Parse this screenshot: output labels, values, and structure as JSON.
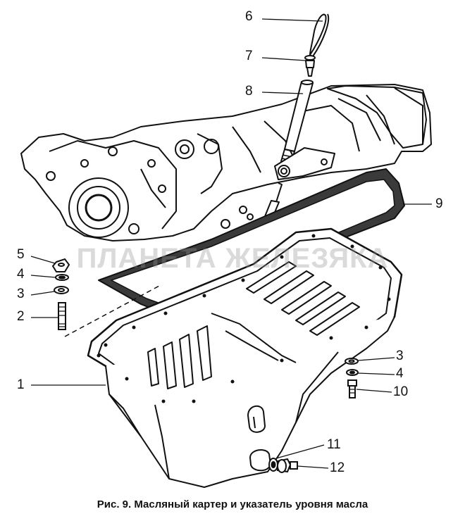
{
  "watermark": "ПЛАНЕТА ЖЕЛЕЗЯКА",
  "caption": "Рис. 9. Масляный картер и указатель уровня масла",
  "callouts": {
    "c1": "1",
    "c2": "2",
    "c3_left": "3",
    "c4_left": "4",
    "c5": "5",
    "c6": "6",
    "c7": "7",
    "c8": "8",
    "c9": "9",
    "c3_right": "3",
    "c4_right": "4",
    "c10": "10",
    "c11": "11",
    "c12": "12"
  }
}
